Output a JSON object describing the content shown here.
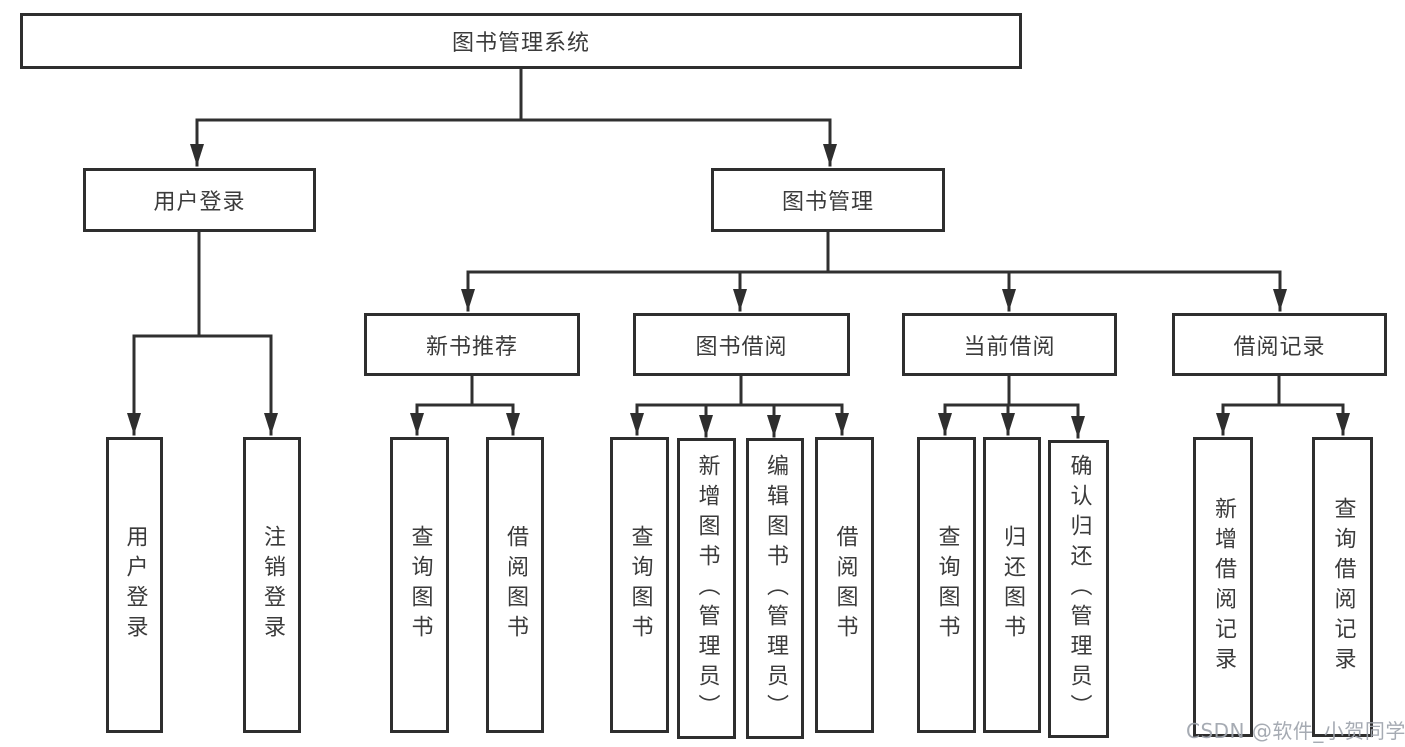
{
  "diagram": {
    "tree": {
      "root": {
        "label": "图书管理系统",
        "children": [
          {
            "label": "用户登录",
            "children": [
              {
                "label": "用户登录"
              },
              {
                "label": "注销登录"
              }
            ]
          },
          {
            "label": "图书管理",
            "children": [
              {
                "label": "新书推荐",
                "children": [
                  {
                    "label": "查询图书"
                  },
                  {
                    "label": "借阅图书"
                  }
                ]
              },
              {
                "label": "图书借阅",
                "children": [
                  {
                    "label": "查询图书"
                  },
                  {
                    "label": "新增图书（管理员）"
                  },
                  {
                    "label": "编辑图书（管理员）"
                  },
                  {
                    "label": "借阅图书"
                  }
                ]
              },
              {
                "label": "当前借阅",
                "children": [
                  {
                    "label": "查询图书"
                  },
                  {
                    "label": "归还图书"
                  },
                  {
                    "label": "确认归还（管理员）"
                  }
                ]
              },
              {
                "label": "借阅记录",
                "children": [
                  {
                    "label": "新增借阅记录"
                  },
                  {
                    "label": "查询借阅记录"
                  }
                ]
              }
            ]
          }
        ]
      }
    },
    "colors": {
      "line": "#303030",
      "box_border": "#2e2e2e",
      "text": "#3b3b3b",
      "background": "#ffffff",
      "watermark_text_color": "#9ea4ad"
    }
  },
  "watermark": {
    "text": "CSDN @软件_小贺同学"
  }
}
